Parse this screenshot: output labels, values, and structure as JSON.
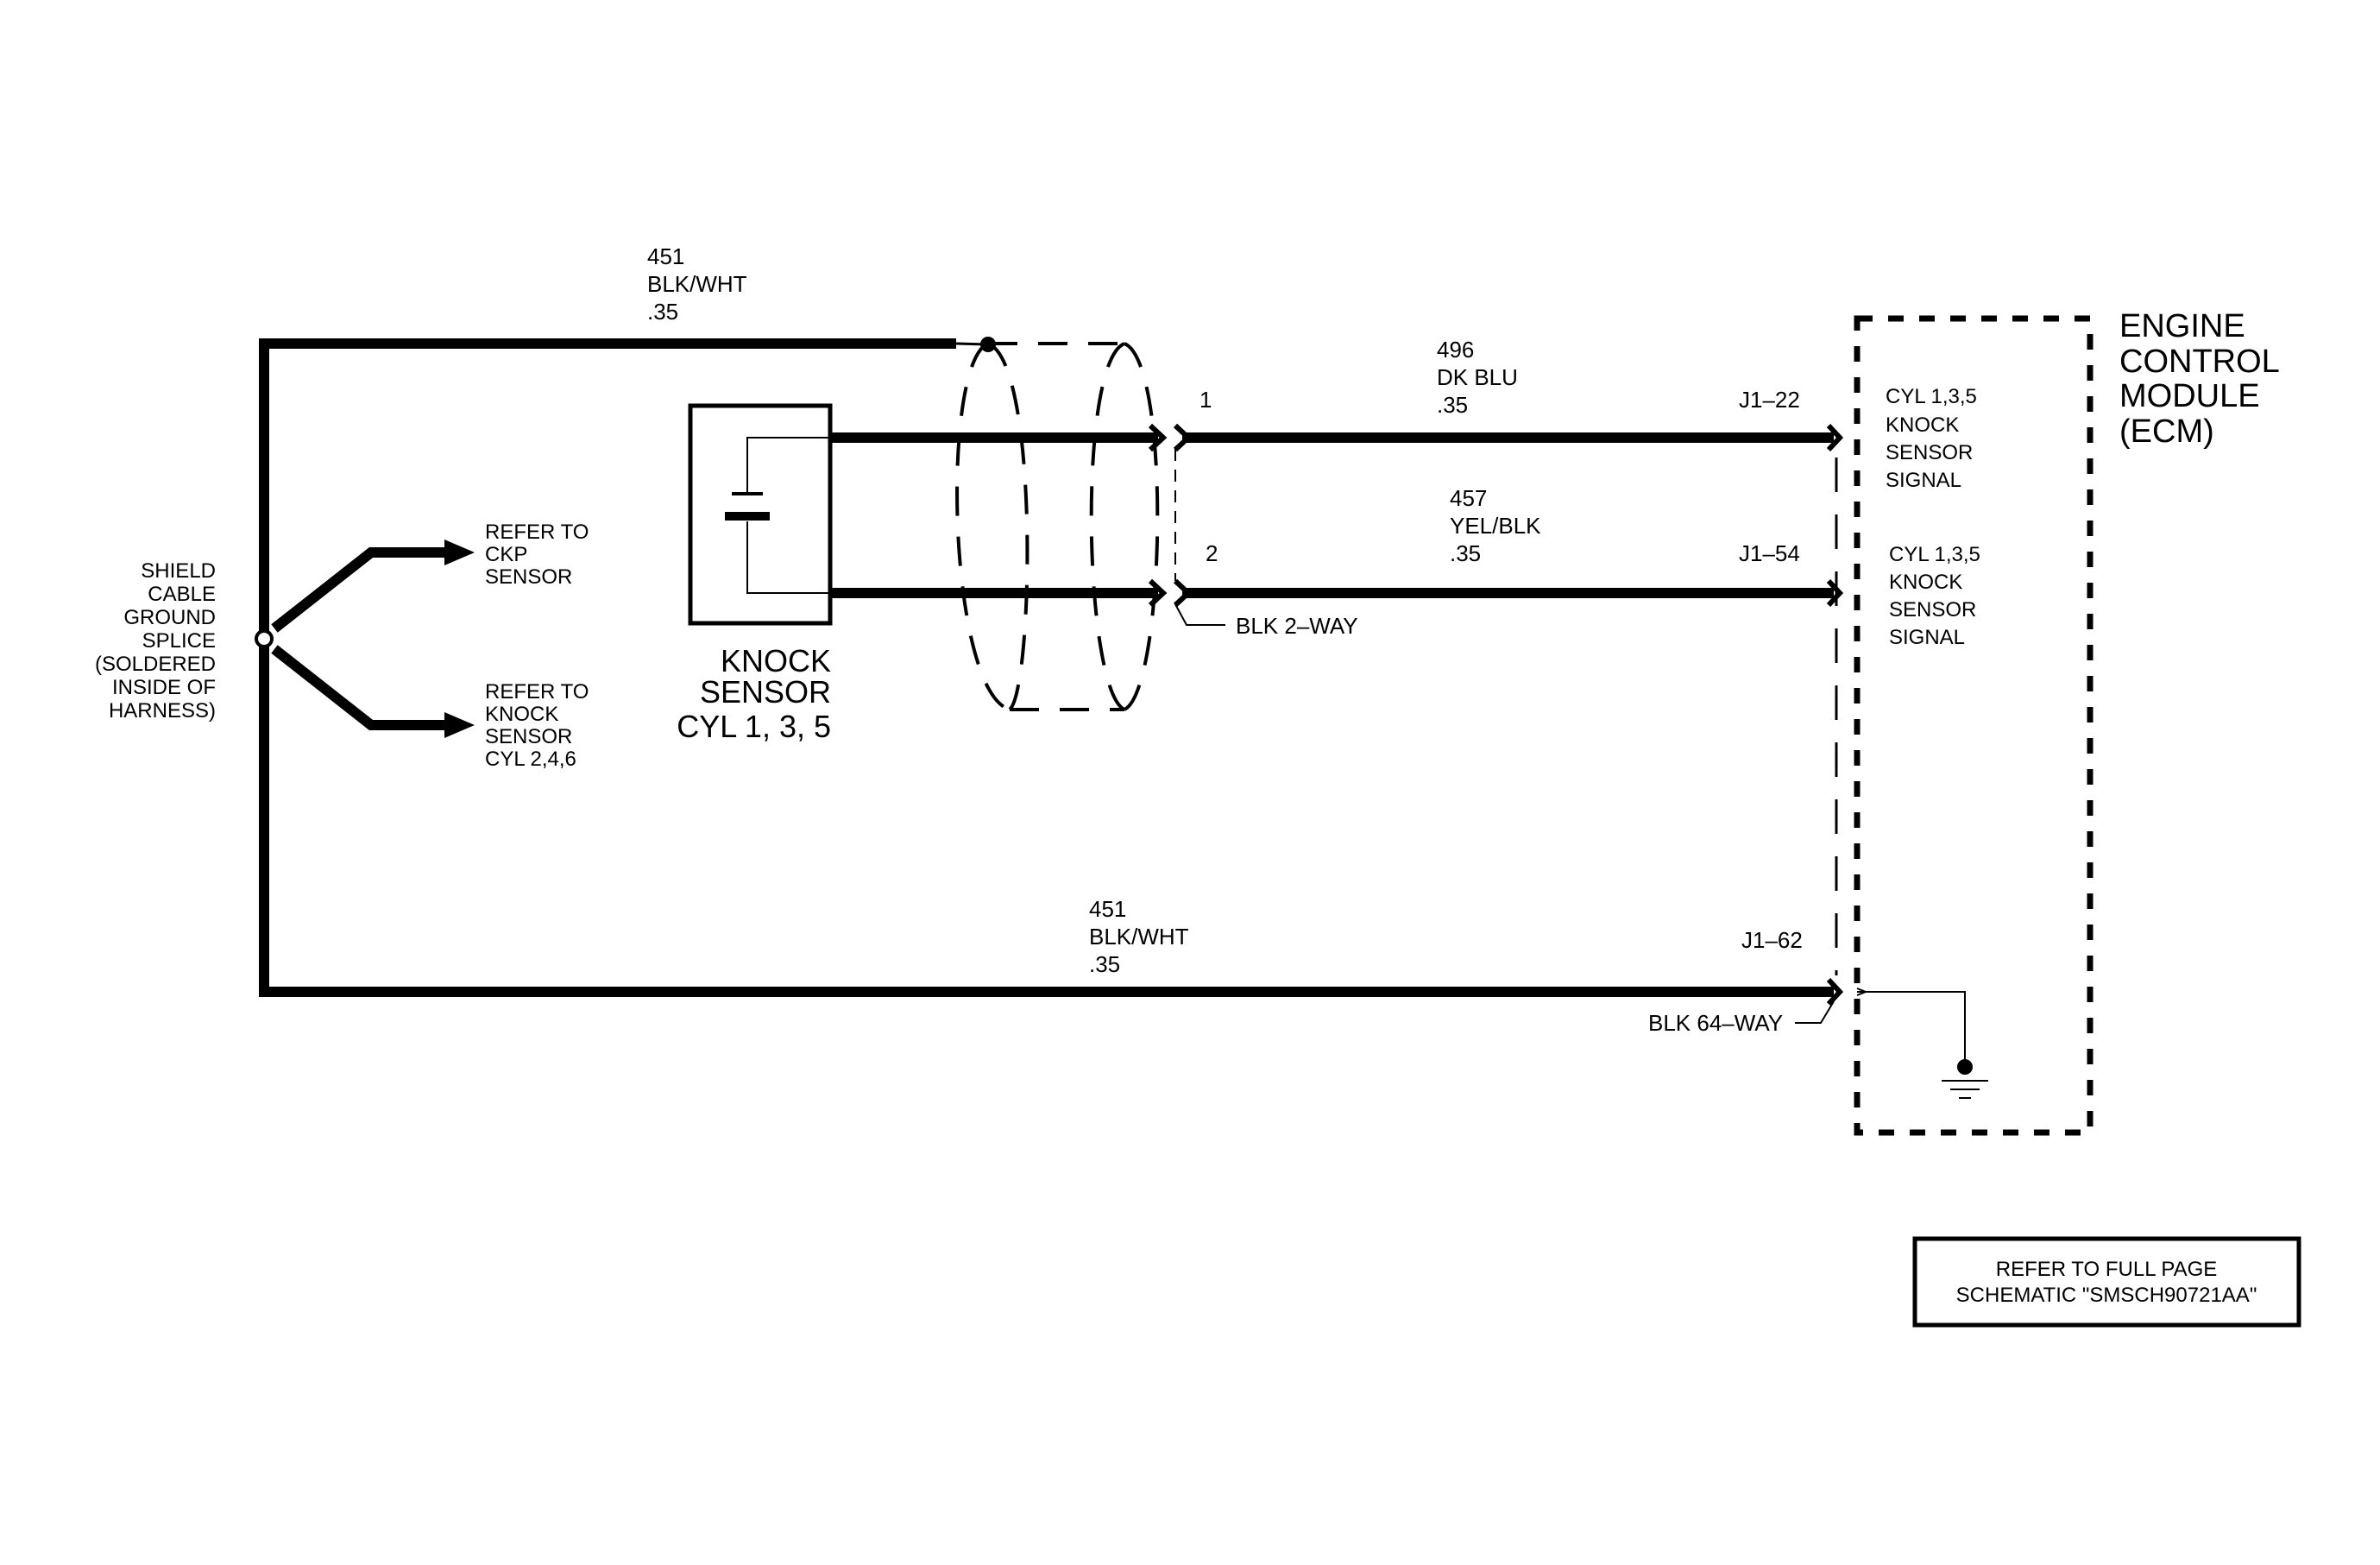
{
  "wires": {
    "shield_top": {
      "circuit": "451",
      "color": "BLK/WHT",
      "gauge": ".35"
    },
    "signal_1": {
      "circuit": "496",
      "color": "DK BLU",
      "gauge": ".35",
      "pin": "1",
      "ecm_pin": "J1–22"
    },
    "signal_2": {
      "circuit": "457",
      "color": "YEL/BLK",
      "gauge": ".35",
      "pin": "2",
      "ecm_pin": "J1–54"
    },
    "shield_bottom": {
      "circuit": "451",
      "color": "BLK/WHT",
      "gauge": ".35",
      "ecm_pin": "J1–62"
    }
  },
  "splice": {
    "lines": [
      "SHIELD",
      "CABLE",
      "GROUND",
      "SPLICE",
      "(SOLDERED",
      "INSIDE OF",
      "HARNESS)"
    ]
  },
  "refs": {
    "ckp": {
      "lines": [
        "REFER TO",
        "CKP",
        "SENSOR"
      ]
    },
    "knock_246": {
      "lines": [
        "REFER TO",
        "KNOCK",
        "SENSOR",
        "CYL 2,4,6"
      ]
    }
  },
  "knock_sensor": {
    "lines": [
      "KNOCK",
      "SENSOR",
      "CYL 1, 3, 5"
    ]
  },
  "connectors": {
    "sensor": "BLK 2–WAY",
    "ecm": "BLK 64–WAY"
  },
  "ecm": {
    "title_lines": [
      "ENGINE",
      "CONTROL",
      "MODULE",
      "(ECM)"
    ],
    "signal_1_lines": [
      "CYL 1,3,5",
      "KNOCK",
      "SENSOR",
      "SIGNAL"
    ],
    "signal_2_lines": [
      "CYL 1,3,5",
      "KNOCK",
      "SENSOR",
      "SIGNAL"
    ]
  },
  "footer_note": {
    "lines": [
      "REFER TO FULL PAGE",
      "SCHEMATIC \"SMSCH90721AA\""
    ]
  }
}
